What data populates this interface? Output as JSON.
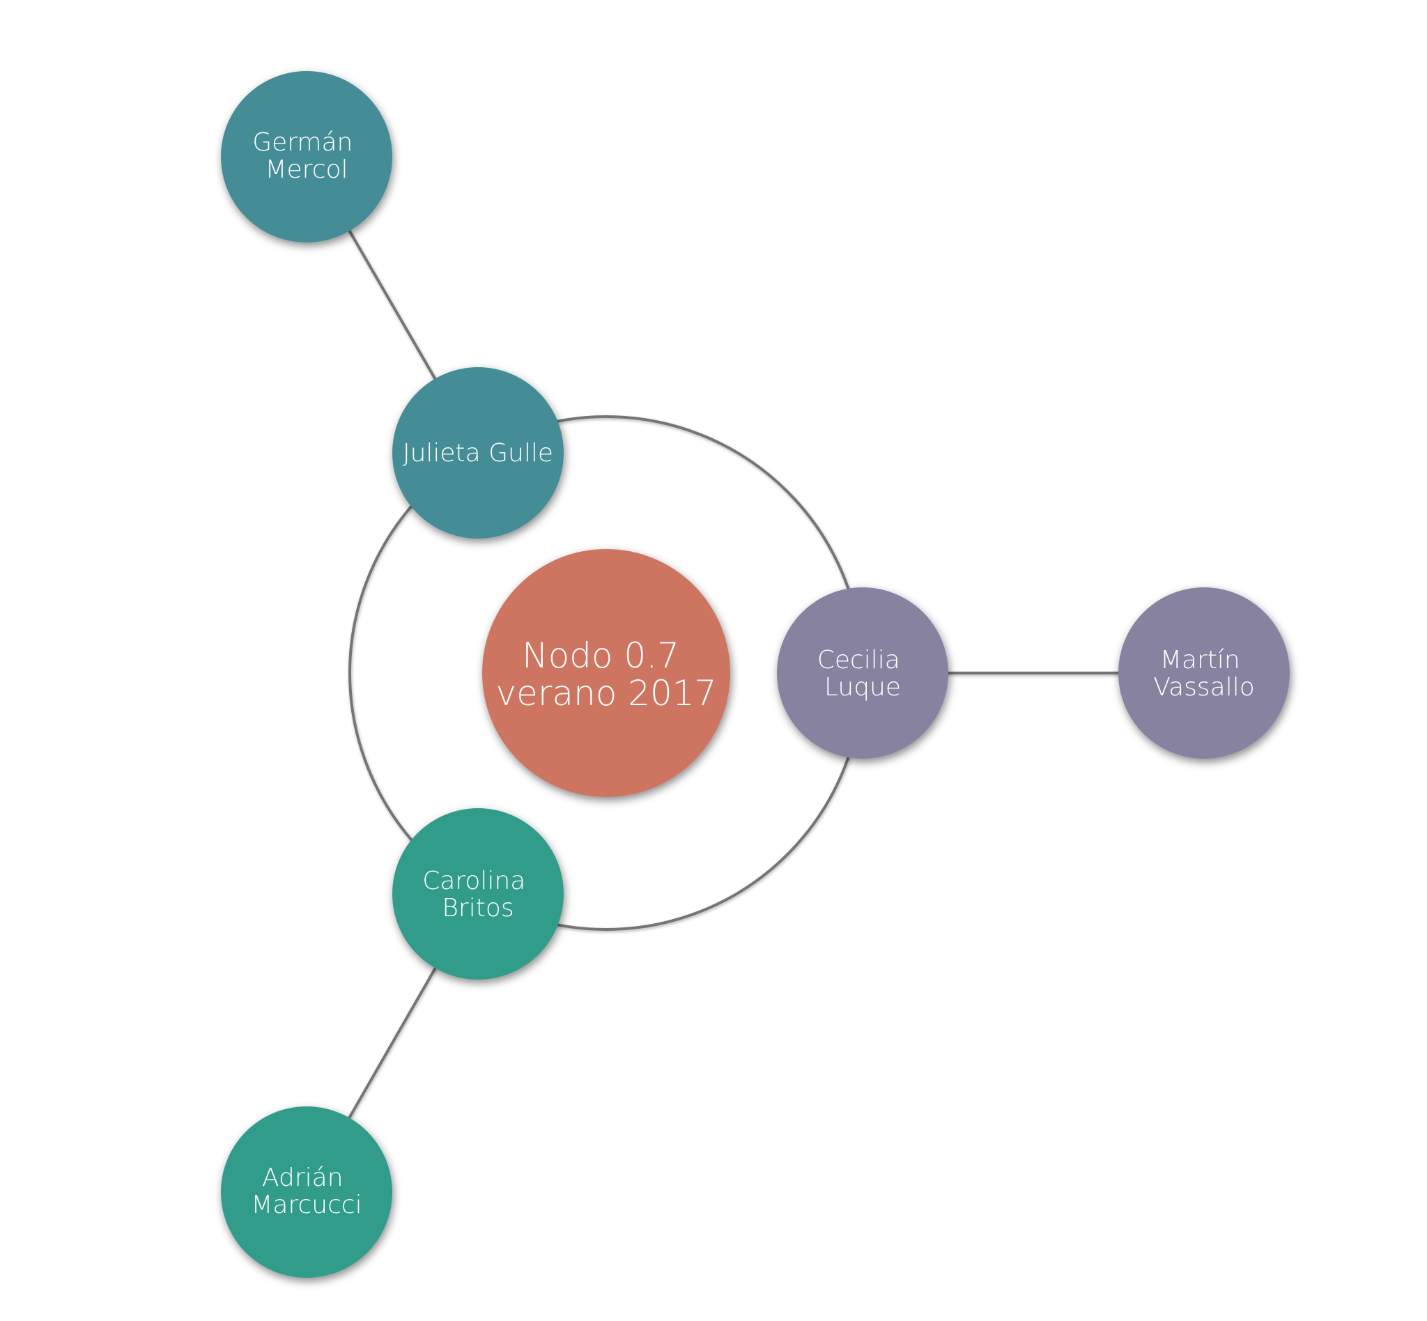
{
  "colors": {
    "background": "#ffffff",
    "edge": "#757575",
    "center": "#cd7461",
    "teal_dark": "#448d96",
    "teal_green": "#319c8a",
    "purple": "#8882a1",
    "label": "#ffffff"
  },
  "center": {
    "lines": [
      "Nodo 0.7",
      "verano 2017"
    ]
  },
  "nodes": {
    "julieta": {
      "lines": [
        "Julieta Gulle"
      ]
    },
    "german": {
      "lines": [
        "Germán",
        "Mercol"
      ]
    },
    "cecilia": {
      "lines": [
        "Cecilia",
        "Luque"
      ]
    },
    "martin": {
      "lines": [
        "Martín",
        "Vassallo"
      ]
    },
    "carolina": {
      "lines": [
        "Carolina",
        "Britos"
      ]
    },
    "adrian": {
      "lines": [
        "Adrián",
        "Marcucci"
      ]
    }
  }
}
